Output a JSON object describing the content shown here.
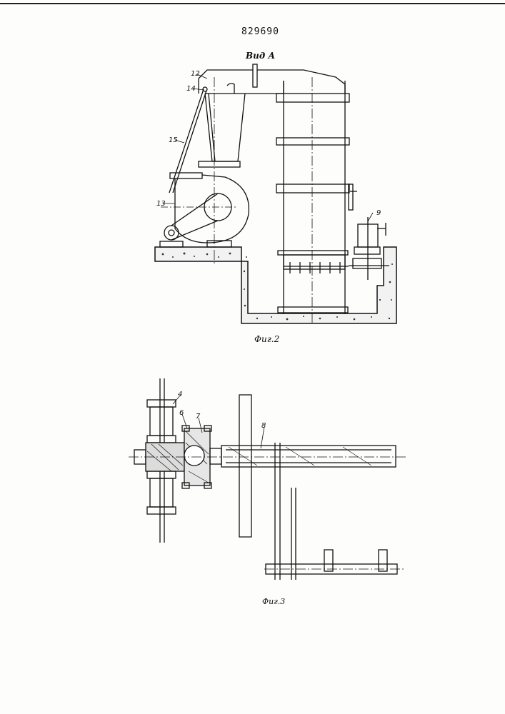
{
  "document": {
    "patent_number": "829690",
    "figure2": {
      "view_label": "Вид А",
      "caption": "Фиг.2",
      "callouts": [
        "12",
        "14",
        "15",
        "13",
        "9"
      ]
    },
    "figure3": {
      "caption": "Фиг.3",
      "callouts": [
        "4",
        "6",
        "7",
        "8"
      ]
    }
  }
}
